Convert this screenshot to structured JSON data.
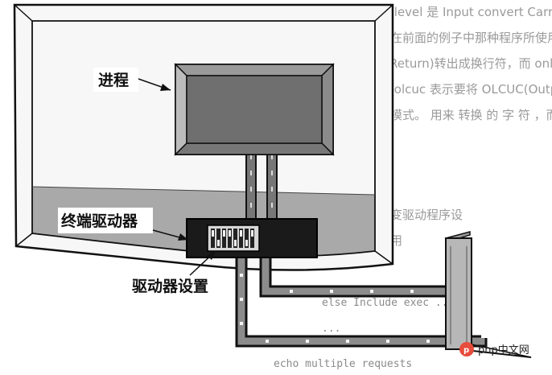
{
  "diagram": {
    "labels": {
      "process": "进程",
      "terminal_driver": "终端驱动器",
      "driver_settings": "驱动器设置"
    },
    "background_text_lines": [
      "之 level 是 Input convert Carriage Return to Newline",
      "即在前面的例子中那种程序所使用的操作。当转 onlc 作",
      "e Return)转出成换行符，而 onlcr 则将一个换行符转换",
      "。 olcuc 表示要将 OLCUC(Output Lowercase to Uppe",
      "的模式。 用来 转换 的 字 符 ，而 其 他 的",
      "改变驱动程序设",
      "使用"
    ],
    "background_mono_lines": [
      "        else Include exec ...",
      "        ...",
      "        echo  multiple requests"
    ],
    "watermark": "php中文网"
  }
}
